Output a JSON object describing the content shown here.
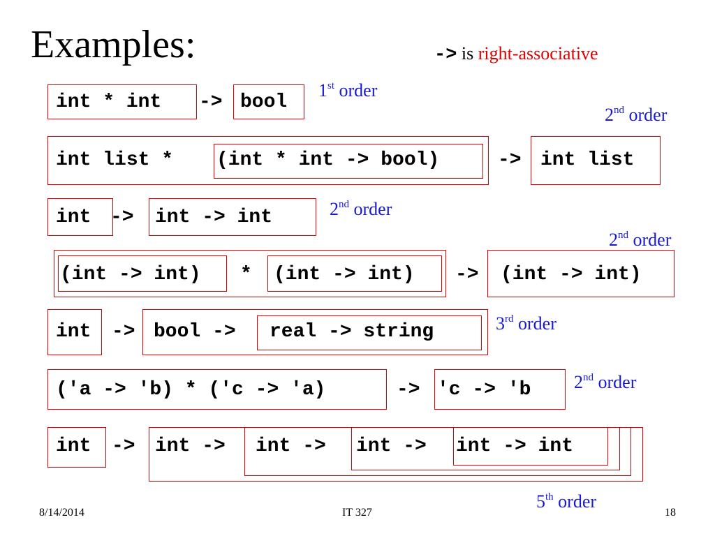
{
  "slide": {
    "title": "Examples:",
    "assoc_arrow": "->",
    "assoc_is": "is",
    "assoc_text": "right-associative"
  },
  "examples": [
    {
      "parts": [
        "int * int",
        "->",
        "bool"
      ],
      "order": {
        "num": "1",
        "suffix": "st",
        "word": "order"
      }
    },
    {
      "parts": [
        "int list *",
        "(int * int -> bool)",
        "->",
        "int list"
      ],
      "order": {
        "num": "2",
        "suffix": "nd",
        "word": "order"
      }
    },
    {
      "parts": [
        "int",
        "->",
        "int -> int"
      ],
      "order": {
        "num": "2",
        "suffix": "nd",
        "word": "order"
      }
    },
    {
      "parts": [
        "(int -> int)",
        "*",
        "(int -> int)",
        "->",
        "(int -> int)"
      ],
      "order": {
        "num": "2",
        "suffix": "nd",
        "word": "order"
      }
    },
    {
      "parts": [
        "int",
        "->",
        "bool ->",
        "real -> string"
      ],
      "order": {
        "num": "3",
        "suffix": "rd",
        "word": "order"
      }
    },
    {
      "parts": [
        "('a -> 'b) * ('c -> 'a)",
        "->",
        "'c -> 'b"
      ],
      "order": {
        "num": "2",
        "suffix": "nd",
        "word": "order"
      }
    },
    {
      "parts": [
        "int",
        "->",
        "int ->",
        "int ->",
        "int ->",
        "int -> int"
      ],
      "order": {
        "num": "5",
        "suffix": "th",
        "word": "order"
      }
    }
  ],
  "footer": {
    "date": "8/14/2014",
    "course": "IT 327",
    "page": "18"
  },
  "colors": {
    "box": "#e00000",
    "order": "#1a1ad6",
    "highlight": "#e00000"
  }
}
